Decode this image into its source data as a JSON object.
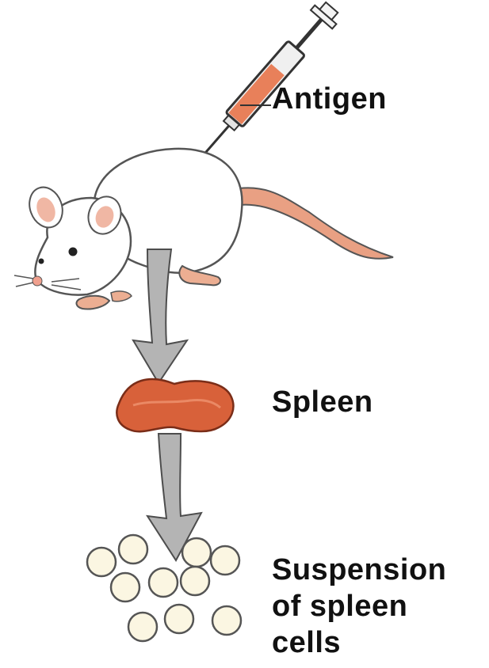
{
  "labels": {
    "antigen": "Antigen",
    "spleen": "Spleen",
    "cells_line1": "Suspension",
    "cells_line2": "of spleen",
    "cells_line3": "cells"
  },
  "colors": {
    "syringe": "#e8805a",
    "tail": "#e9a083",
    "spleen": "#d8613a",
    "arrow": "#b4b4b4",
    "cells": "#fbf6e2"
  },
  "icons": [
    "syringe-icon",
    "mouse-icon",
    "spleen-icon",
    "spleen-cells-icon",
    "process-arrow-icon"
  ]
}
